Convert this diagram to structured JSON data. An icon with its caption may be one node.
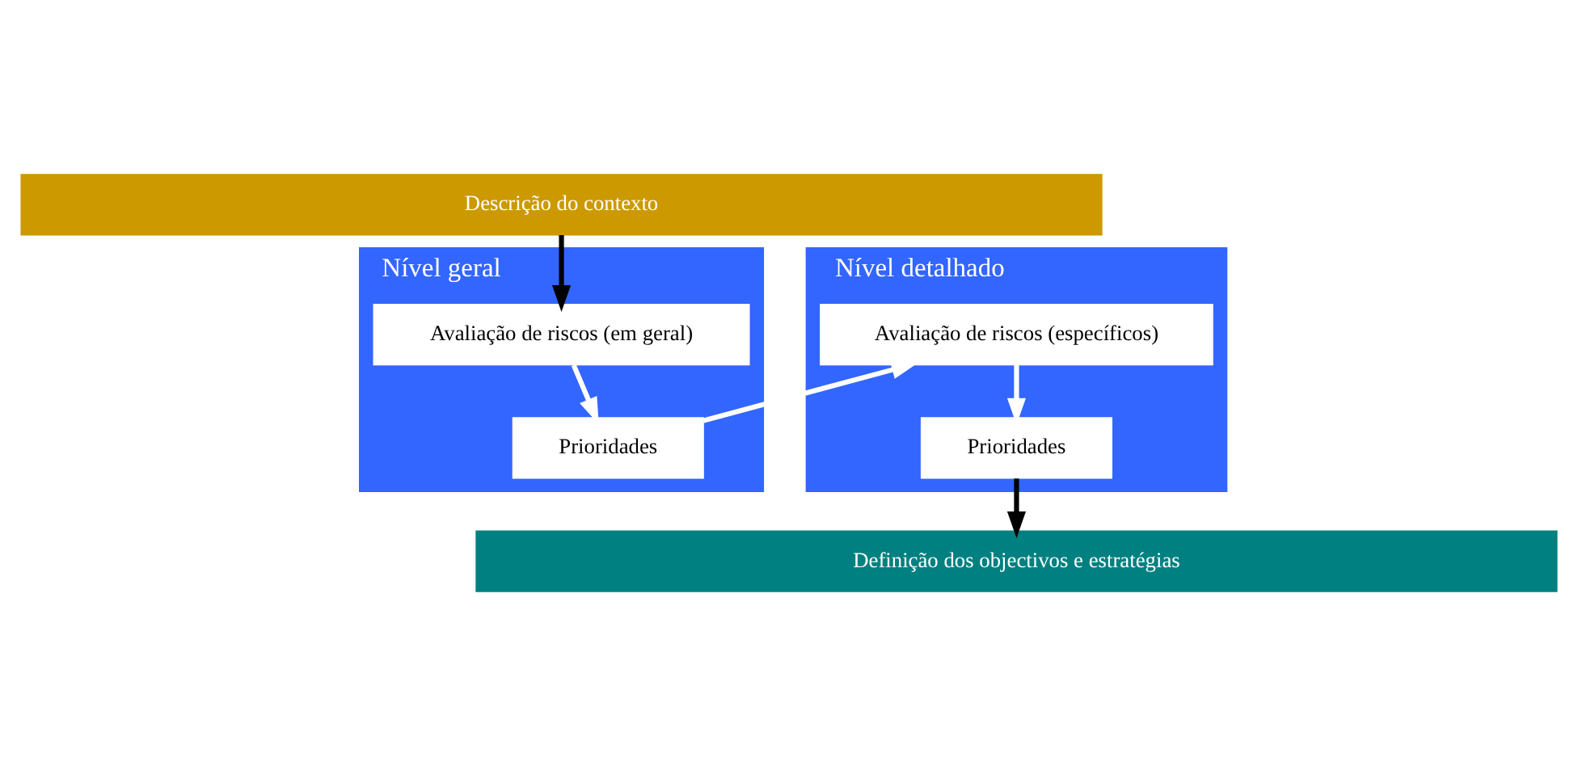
{
  "diagram": {
    "nodes": [
      {
        "text": [
          "Descrição do contexto"
        ]
      },
      {
        "text": [
          "Nível geral"
        ]
      },
      {
        "text": [
          "Avaliação de riscos (em geral)"
        ],
        "in": 1
      },
      {
        "text": [
          "Prioridades"
        ],
        "in": 1
      },
      {
        "text": [
          "Nível detalhado"
        ]
      },
      {
        "text": [
          "Avaliação de riscos (específicos)"
        ],
        "in": 4
      },
      {
        "text": [
          "Prioridades"
        ],
        "in": 4
      },
      {
        "text": [
          "Definição dos objectivos e estratégias"
        ]
      }
    ],
    "edges": [
      {
        "from": 0,
        "to": 2,
        "arrow": "to",
        "color": "#000000"
      },
      {
        "from": 2,
        "to": 3,
        "arrow": "to"
      },
      {
        "from": 3,
        "to": 5,
        "arrow": "to"
      },
      {
        "from": 5,
        "to": 6,
        "arrow": "to"
      },
      {
        "from": 6,
        "to": 7,
        "arrow": "to",
        "color": "#000000"
      }
    ]
  }
}
